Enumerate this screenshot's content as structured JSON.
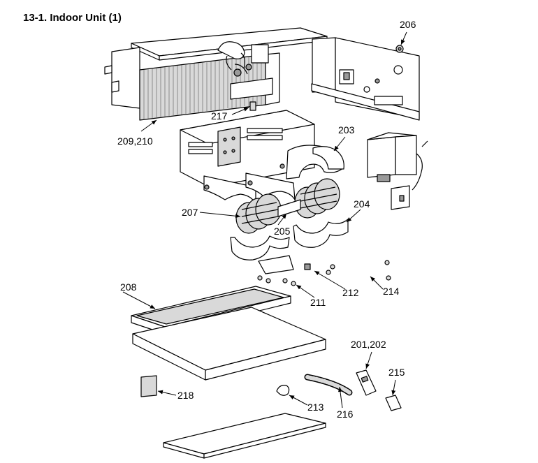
{
  "title": "13-1.  Indoor Unit (1)",
  "parts": {
    "p206": "206",
    "p209_210": "209,210",
    "p217": "217",
    "p203": "203",
    "p207": "207",
    "p205": "205",
    "p204": "204",
    "p208": "208",
    "p212": "212",
    "p214": "214",
    "p211": "211",
    "p201_202": "201,202",
    "p215": "215",
    "p218": "218",
    "p213": "213",
    "p216": "216"
  }
}
